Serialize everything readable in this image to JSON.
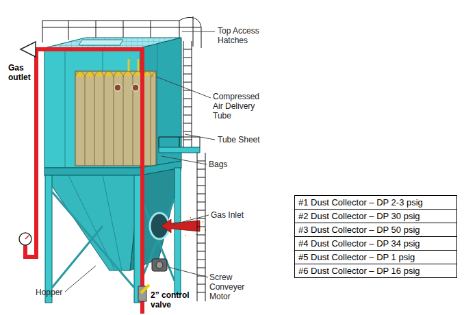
{
  "diagram": {
    "labels": [
      "Gas outlet",
      "Top Access Hatches",
      "Compressed Air Delivery Tube",
      "Tube Sheet",
      "Bags",
      "Gas Inlet",
      "Hopper",
      "Screw Conveyer Motor",
      "2” control valve",
      "#1 Dust Collector – DP 2-3 psig",
      "#2 Dust Collector – DP 30 psig",
      "#3 Dust Collector – DP 50 psig",
      "#4 Dust Collector – DP 34 psig",
      "#5 Dust Collector – DP 1 psig",
      "#6 Dust Collector – DP 16 psig"
    ]
  }
}
